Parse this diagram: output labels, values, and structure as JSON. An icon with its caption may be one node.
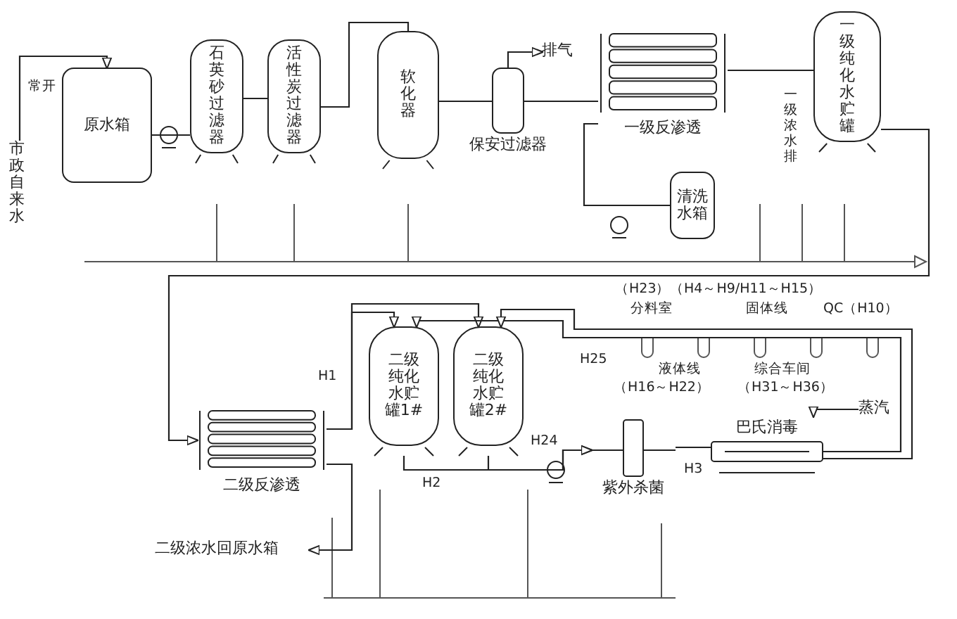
{
  "diagram": {
    "nodes": [
      {
        "text": [
          "原水箱"
        ]
      },
      {
        "text": [
          "石英砂过滤器"
        ]
      },
      {
        "text": [
          "活性炭过滤器"
        ]
      },
      {
        "text": [
          "软化器"
        ]
      },
      {
        "text": [
          "保安过滤器"
        ]
      },
      {
        "text": [
          "一级反渗透"
        ]
      },
      {
        "text": [
          "一级纯化水贮罐"
        ]
      },
      {
        "text": [
          "清洗水箱"
        ]
      },
      {
        "text": [
          "二级反渗透"
        ]
      },
      {
        "text": [
          "二级纯化水贮罐1#"
        ]
      },
      {
        "text": [
          "二级纯化水贮罐2#"
        ]
      },
      {
        "text": [
          "紫外杀菌"
        ]
      },
      {
        "text": [
          "巴氏消毒"
        ]
      },
      {
        "text": [
          "市政自来水"
        ]
      },
      {
        "text": [
          "排气"
        ]
      },
      {
        "text": [
          "二级浓水回原水箱"
        ]
      },
      {
        "text": [
          "蒸汽"
        ]
      }
    ],
    "edges": [
      {
        "from": 13,
        "to": 0,
        "arrow": "to"
      },
      {
        "from": 0,
        "to": 1,
        "arrow": "none"
      },
      {
        "from": 1,
        "to": 2,
        "arrow": "none"
      },
      {
        "from": 2,
        "to": 3,
        "arrow": "none"
      },
      {
        "from": 3,
        "to": 4,
        "arrow": "none"
      },
      {
        "from": 4,
        "to": 5,
        "arrow": "none"
      },
      {
        "from": 5,
        "to": 6,
        "arrow": "none"
      },
      {
        "from": 7,
        "to": 5,
        "arrow": "none"
      },
      {
        "from": 6,
        "to": 8,
        "arrow": "to"
      },
      {
        "from": 8,
        "to": 9,
        "arrow": "to"
      },
      {
        "from": 8,
        "to": 10,
        "arrow": "to"
      },
      {
        "from": 9,
        "to": 11,
        "arrow": "to"
      },
      {
        "from": 10,
        "to": 11,
        "arrow": "to"
      },
      {
        "from": 11,
        "to": 12,
        "arrow": "none"
      },
      {
        "from": 12,
        "to": 9,
        "arrow": "to"
      },
      {
        "from": 12,
        "to": 10,
        "arrow": "to"
      },
      {
        "from": 4,
        "to": 14,
        "arrow": "to"
      },
      {
        "from": 8,
        "to": 15,
        "arrow": "to"
      },
      {
        "from": 16,
        "to": 12,
        "arrow": "to"
      }
    ],
    "labels": [
      "常开",
      "一级浓水排",
      "（H23）",
      "（H4～H9/H11～H15）",
      "分料室",
      "固体线",
      "QC（H10）",
      "H25",
      "液体线",
      "综合车间",
      "（H16～H22）",
      "（H31～H36）",
      "H1",
      "H24",
      "H2",
      "H3"
    ]
  }
}
